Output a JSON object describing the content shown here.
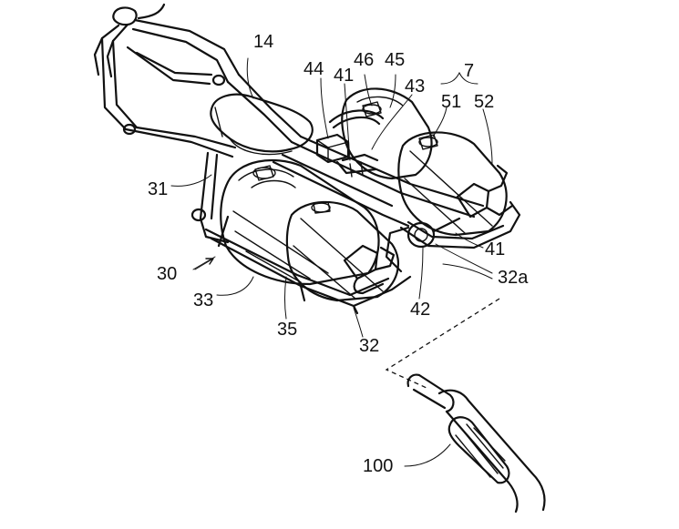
{
  "labels": {
    "l14": "14",
    "l44": "44",
    "l41a": "41",
    "l46": "46",
    "l45": "45",
    "l7": "7",
    "l43": "43",
    "l51": "51",
    "l52": "52",
    "l31": "31",
    "l30": "30",
    "l33": "33",
    "l35": "35",
    "l42": "42",
    "l32": "32",
    "l32a": "32a",
    "l41b": "41",
    "l100": "100"
  },
  "colors": {
    "line": "#111111",
    "background": "#ffffff"
  }
}
